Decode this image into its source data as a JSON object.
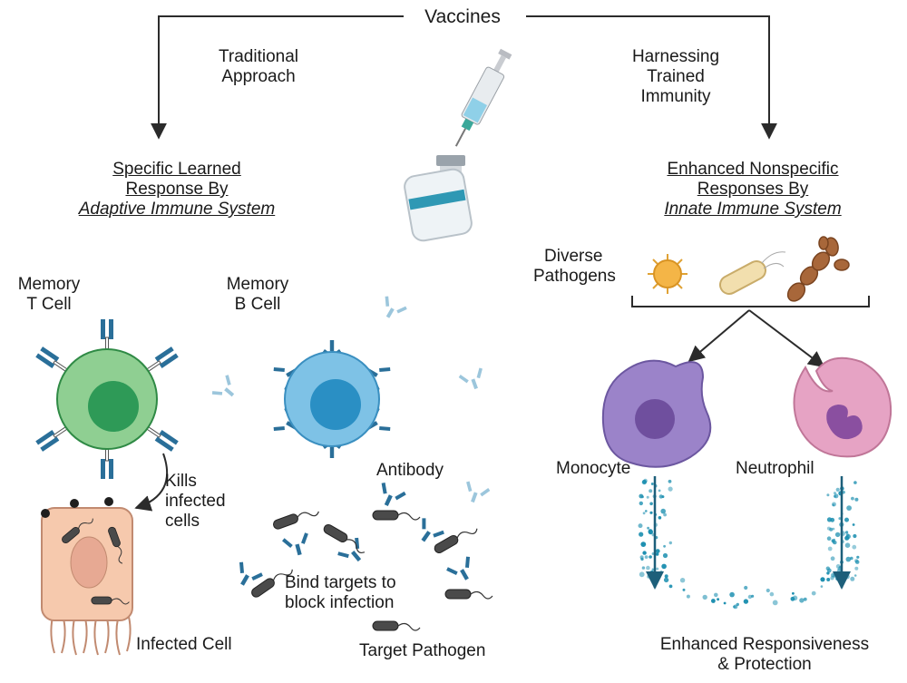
{
  "title": "Vaccines",
  "branches": {
    "left": {
      "approach": [
        "Traditional",
        "Approach"
      ],
      "response": [
        "Specific Learned",
        "Response By",
        "Adaptive Immune System"
      ]
    },
    "right": {
      "approach": [
        "Harnessing",
        "Trained",
        "Immunity"
      ],
      "response": [
        "Enhanced Nonspecific",
        "Responses By",
        "Innate Immune System"
      ]
    }
  },
  "cells": {
    "memory_t": [
      "Memory",
      "T Cell"
    ],
    "memory_b": [
      "Memory",
      "B Cell"
    ],
    "monocyte": "Monocyte",
    "neutrophil": "Neutrophil",
    "infected": "Infected Cell"
  },
  "labels": {
    "antibody": "Antibody",
    "kills": [
      "Kills",
      "infected",
      "cells"
    ],
    "bind": [
      "Bind targets to",
      "block infection"
    ],
    "target_pathogen": "Target Pathogen",
    "diverse_pathogens": [
      "Diverse",
      "Pathogens"
    ],
    "outcome": [
      "Enhanced Responsiveness",
      "& Protection"
    ]
  },
  "colors": {
    "line": "#2b2b2b",
    "t_cell_outer": "#8fcf92",
    "t_cell_inner": "#2e9a57",
    "b_cell_outer": "#7ec2e6",
    "b_cell_inner": "#2a8fc4",
    "receptor": "#2a6f99",
    "monocyte": "#9b83c9",
    "neutrophil": "#e6a3c4",
    "dots": "#1c8fb0",
    "infected_cell": "#f6c9ad"
  }
}
